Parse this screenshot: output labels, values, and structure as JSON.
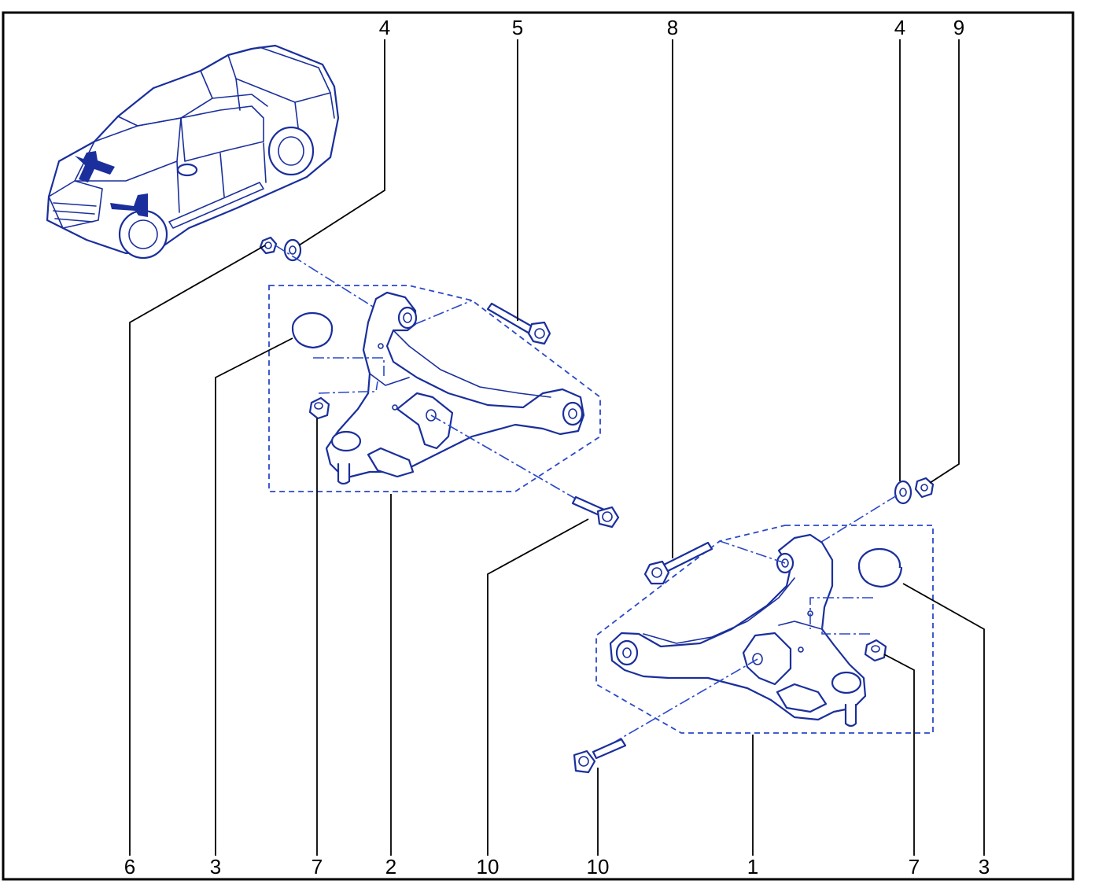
{
  "labels_top": [
    "4",
    "5",
    "8",
    "4",
    "9"
  ],
  "labels_bottom": [
    "6",
    "3",
    "7",
    "2",
    "10",
    "10",
    "1",
    "7",
    "3"
  ],
  "colors": {
    "line": "#1a2f9c",
    "dash": "#2a48c8",
    "frame": "#000000"
  }
}
